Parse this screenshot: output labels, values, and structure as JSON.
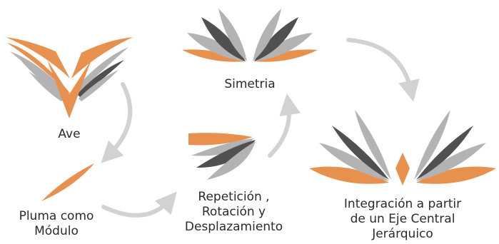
{
  "stages": {
    "ave": {
      "label": "Ave"
    },
    "pluma": {
      "line1": "Pluma como",
      "line2": "Módulo"
    },
    "repeticion": {
      "line1": "Repetición ,",
      "line2": "Rotación y",
      "line3": "Desplazamiento"
    },
    "simetria": {
      "label": "Simetria"
    },
    "integracion": {
      "line1": "Integración a partir",
      "line2": "de un Eje Central",
      "line3": "Jerárquico"
    }
  },
  "colors": {
    "orange": "#E8914F",
    "dark": "#505050",
    "gray": "#B3B3B3",
    "arrow": "#D2D2D2",
    "text": "#2B2B2B"
  }
}
